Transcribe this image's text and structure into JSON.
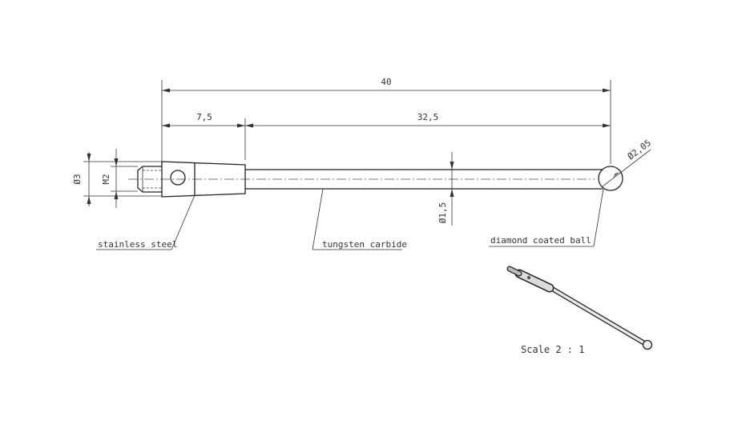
{
  "dimensions": {
    "overall_length": "40",
    "shank_length": "7,5",
    "stem_length": "32,5",
    "shank_diameter": "Ø3",
    "thread": "M2",
    "stem_diameter": "Ø1,5",
    "ball_diameter": "Ø2,05"
  },
  "labels": {
    "shank_material": "stainless steel",
    "stem_material": "tungsten carbide",
    "ball_material": "diamond coated ball"
  },
  "scale_note": "Scale 2 : 1",
  "colors": {
    "line": "#222222",
    "background": "#ffffff"
  }
}
